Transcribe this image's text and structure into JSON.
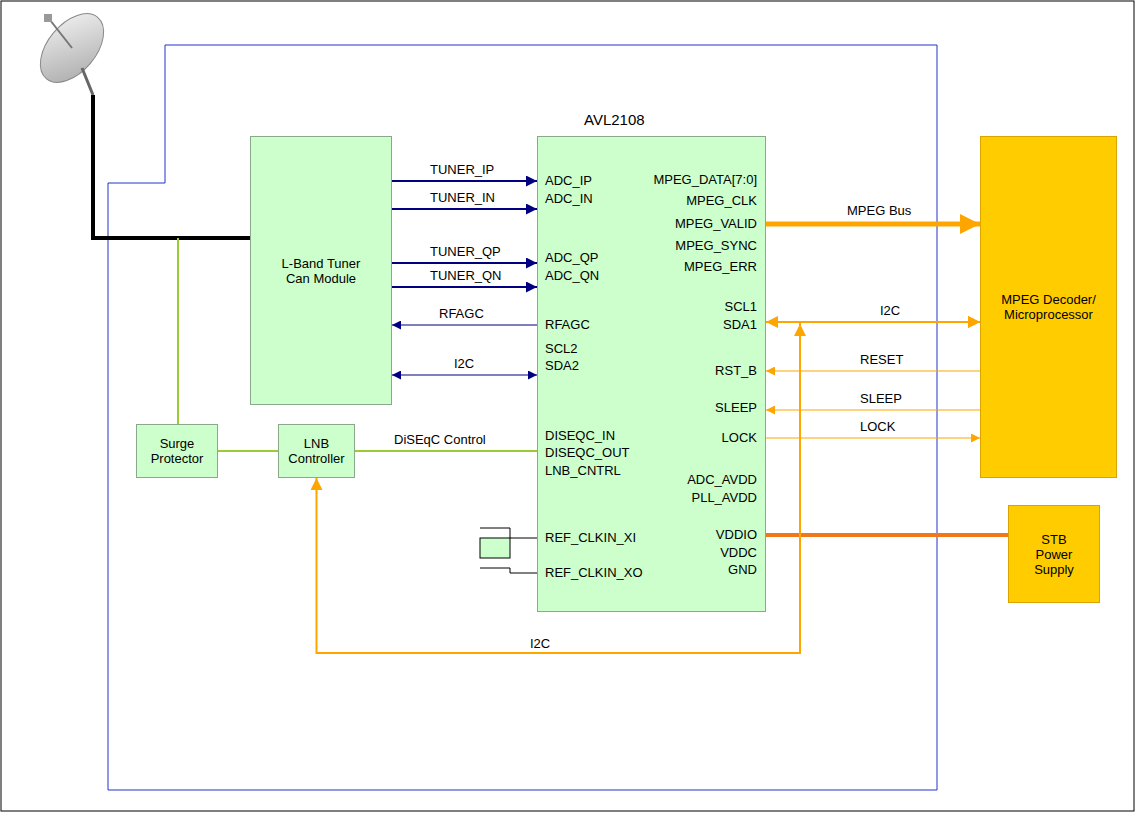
{
  "diagram": {
    "nodes": [
      {
        "text": [
          "L-Band Tuner Can Module"
        ]
      },
      {
        "text": [
          "AVL2108"
        ]
      },
      {
        "text": [
          "MPEG Decoder/ Microprocessor"
        ]
      },
      {
        "text": [
          "Surge Protector"
        ]
      },
      {
        "text": [
          "LNB Controller"
        ]
      },
      {
        "text": [
          "STB Power Supply"
        ]
      }
    ],
    "edges": [
      {
        "from": 0,
        "to": 1,
        "arrow": "to",
        "label": "TUNER_IP"
      },
      {
        "from": 0,
        "to": 1,
        "arrow": "to",
        "label": "TUNER_IN"
      },
      {
        "from": 0,
        "to": 1,
        "arrow": "to",
        "label": "TUNER_QP"
      },
      {
        "from": 0,
        "to": 1,
        "arrow": "to",
        "label": "TUNER_QN"
      },
      {
        "from": 1,
        "to": 0,
        "arrow": "to",
        "label": "RFAGC"
      },
      {
        "from": 0,
        "to": 1,
        "arrow": "both",
        "label": "I2C"
      },
      {
        "from": 1,
        "to": 2,
        "arrow": "to",
        "label": "MPEG Bus"
      },
      {
        "from": 1,
        "to": 2,
        "arrow": "both",
        "label": "I2C"
      },
      {
        "from": 2,
        "to": 1,
        "arrow": "to",
        "label": "RESET"
      },
      {
        "from": 2,
        "to": 1,
        "arrow": "to",
        "label": "SLEEP"
      },
      {
        "from": 1,
        "to": 2,
        "arrow": "to",
        "label": "LOCK"
      },
      {
        "from": 4,
        "to": 1,
        "arrow": "none",
        "label": "DiSEqC Control"
      },
      {
        "from": 3,
        "to": 4,
        "arrow": "none"
      },
      {
        "from": 1,
        "to": 5,
        "arrow": "none"
      },
      {
        "from": 2,
        "to": 4,
        "arrow": "both",
        "label": "I2C"
      }
    ],
    "labels": [
      "ADC_IP",
      "ADC_IN",
      "ADC_QP",
      "ADC_QN",
      "RFAGC",
      "SCL2",
      "SDA2",
      "DISEQC_IN",
      "DISEQC_OUT",
      "LNB_CNTRL",
      "REF_CLKIN_XI",
      "REF_CLKIN_XO",
      "MPEG_DATA[7:0]",
      "MPEG_CLK",
      "MPEG_VALID",
      "MPEG_SYNC",
      "MPEG_ERR",
      "SCL1",
      "SDA1",
      "RST_B",
      "SLEEP",
      "LOCK",
      "ADC_AVDD",
      "PLL_AVDD",
      "VDDIO",
      "VDDC",
      "GND"
    ]
  }
}
